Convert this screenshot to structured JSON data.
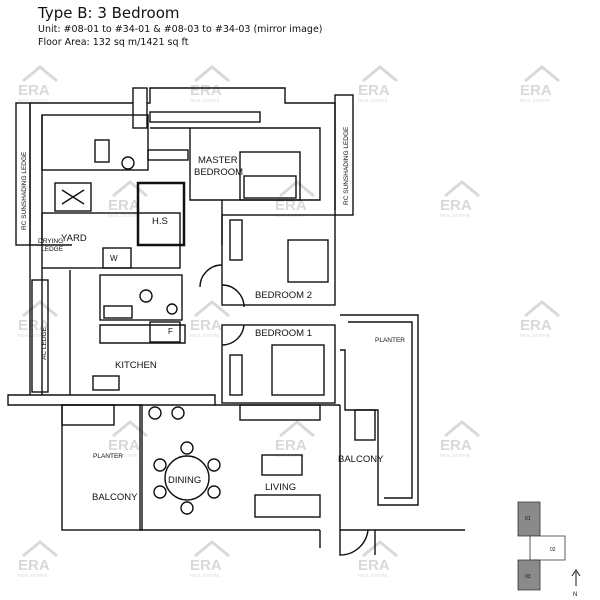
{
  "header": {
    "title": "Type B: 3 Bedroom",
    "units": "Unit: #08-01 to #34-01 & #08-03 to #34-03 (mirror image)",
    "area": "Floor Area: 132 sq m/1421 sq ft"
  },
  "rooms": {
    "master": [
      "MASTER",
      "BEDROOM"
    ],
    "hs": "H.S",
    "yard": "YARD",
    "drying": [
      "DRYING",
      "LEDGE"
    ],
    "w": "W",
    "f": "F",
    "bedroom2": "BEDROOM 2",
    "bedroom1": "BEDROOM 1",
    "kitchen": "KITCHEN",
    "ac_ledge": "AC LEDGE",
    "rc_left": "RC SUNSHADING LEDGE",
    "rc_right": "RC SUNSHADING LEDGE",
    "planter_right": "PLANTER",
    "planter_left": "PLANTER",
    "balcony_right": "BALCONY",
    "balcony_left": "BALCONY",
    "dining": "DINING",
    "living": "LIVING"
  },
  "key_plan": {
    "unit_01": "01",
    "unit_02": "02",
    "unit_03": "03",
    "north": "N"
  },
  "watermark": {
    "brand": "ERA",
    "sub": "REAL ESTATE"
  },
  "colors": {
    "line": "#111111",
    "watermark": "#d9d9d9",
    "keyplan_fill": "#8a8a8a"
  }
}
